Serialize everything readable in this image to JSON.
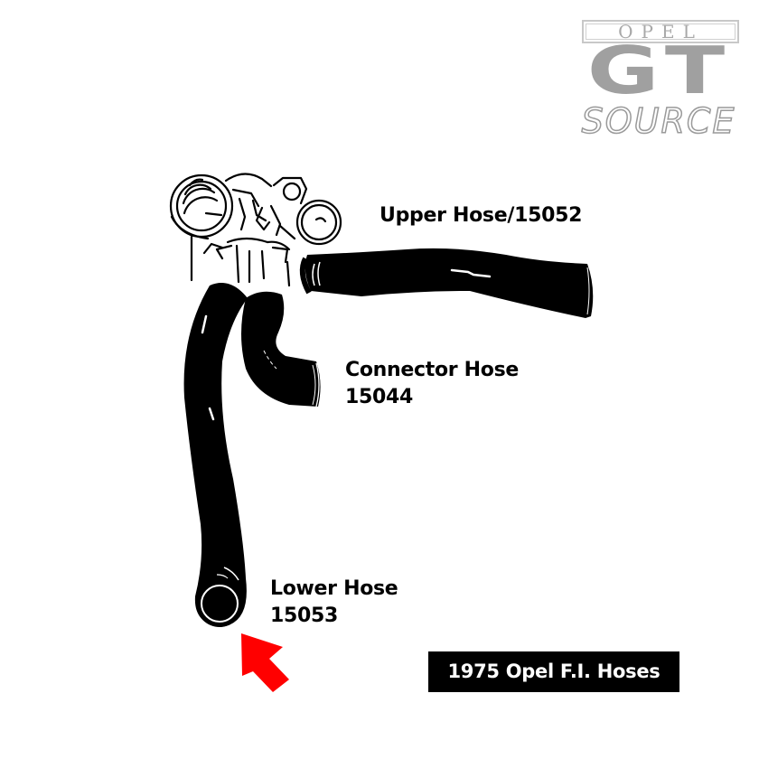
{
  "logo": {
    "top_text": "OPEL",
    "middle_text": "GT",
    "bottom_text": "SOURCE",
    "color": "#a0a0a0"
  },
  "labels": {
    "upper": {
      "line1": "Upper Hose/15052"
    },
    "connector": {
      "line1": "Connector Hose",
      "line2": "15044"
    },
    "lower": {
      "line1": "Lower Hose",
      "line2": "15053"
    }
  },
  "caption": {
    "text": "1975 Opel F.I. Hoses",
    "bg": "#000000",
    "fg": "#ffffff"
  },
  "parts": [
    {
      "name": "Upper Hose",
      "part_number": "15052"
    },
    {
      "name": "Connector Hose",
      "part_number": "15044"
    },
    {
      "name": "Lower Hose",
      "part_number": "15053"
    }
  ],
  "arrow": {
    "color": "#ff0000",
    "points_to": "Lower Hose"
  }
}
